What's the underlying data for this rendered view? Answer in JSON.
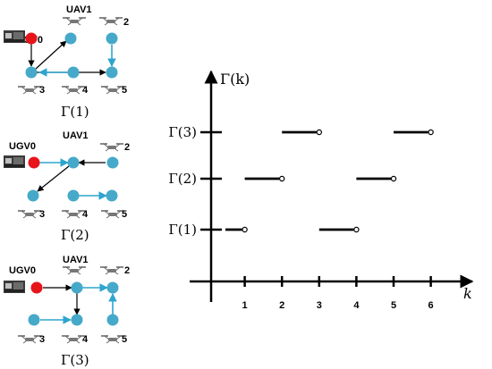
{
  "colors": {
    "ugv": "#e8141b",
    "uav": "#46a9c9",
    "edge_black": "#000000",
    "edge_cyan": "#2ea5cf"
  },
  "panels": [
    {
      "caption": "Γ(1)",
      "labels": {
        "ugv": "UGV0",
        "uav1": "UAV1",
        "n2": "2",
        "n3": "3",
        "n4": "4",
        "n5": "5"
      }
    },
    {
      "caption": "Γ(2)",
      "labels": {
        "ugv": "UGV0",
        "uav1": "UAV1",
        "n2": "2",
        "n3": "3",
        "n4": "4",
        "n5": "5"
      }
    },
    {
      "caption": "Γ(3)",
      "labels": {
        "ugv": "UGV0",
        "uav1": "UAV1",
        "n2": "2",
        "n3": "3",
        "n4": "4",
        "n5": "5"
      }
    }
  ],
  "chart_data": {
    "type": "step",
    "ylabel": "Γ(k)",
    "xlabel": "k",
    "x_ticks": [
      "1",
      "2",
      "3",
      "4",
      "5",
      "6"
    ],
    "y_ticks": [
      "Γ(1)",
      "Γ(2)",
      "Γ(3)"
    ],
    "segments": [
      {
        "x0": 0,
        "x1": 1,
        "level": 1
      },
      {
        "x0": 1,
        "x1": 2,
        "level": 2
      },
      {
        "x0": 2,
        "x1": 3,
        "level": 3
      },
      {
        "x0": 3,
        "x1": 4,
        "level": 1
      },
      {
        "x0": 4,
        "x1": 5,
        "level": 2
      },
      {
        "x0": 5,
        "x1": 6,
        "level": 3
      }
    ]
  }
}
